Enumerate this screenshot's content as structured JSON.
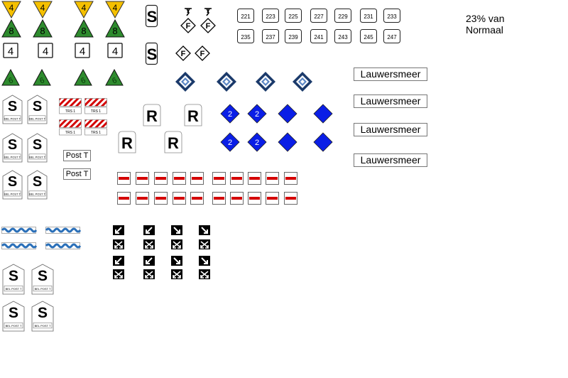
{
  "caption": {
    "line1": "23% van",
    "line2": "Normaal"
  },
  "colors": {
    "yellow": "#f5c000",
    "green": "#2e8b2e",
    "blue": "#0a1ee6",
    "red": "#d40000",
    "navy": "#1b3a6b"
  },
  "speed_boards": {
    "yellow_value": "4",
    "green_value": "8",
    "square_value": "4",
    "green_small_value": "6"
  },
  "stop_signs": {
    "letter": "S",
    "plate": "BEL POST T"
  },
  "trs_plates": {
    "label": "TRS 1"
  },
  "post_labels": [
    "Post T",
    "Post T"
  ],
  "r_signs": {
    "letter": "R"
  },
  "f_signs": {
    "letter": "F"
  },
  "blue_diamonds": {
    "label": "2"
  },
  "lauwersmeer": [
    "Lauwersmeer",
    "Lauwersmeer",
    "Lauwersmeer",
    "Lauwersmeer"
  ],
  "km_row1": [
    "221",
    "223",
    "225",
    "227",
    "229",
    "231",
    "233"
  ],
  "km_row2": [
    "235",
    "237",
    "239",
    "241",
    "243",
    "245",
    "247"
  ],
  "icons": {
    "arrow_sw": "arrow-down-left-icon",
    "arrow_se": "arrow-down-right-icon",
    "crossed_arrows": "crossed-arrows-icon",
    "wave": "wave-icon"
  }
}
